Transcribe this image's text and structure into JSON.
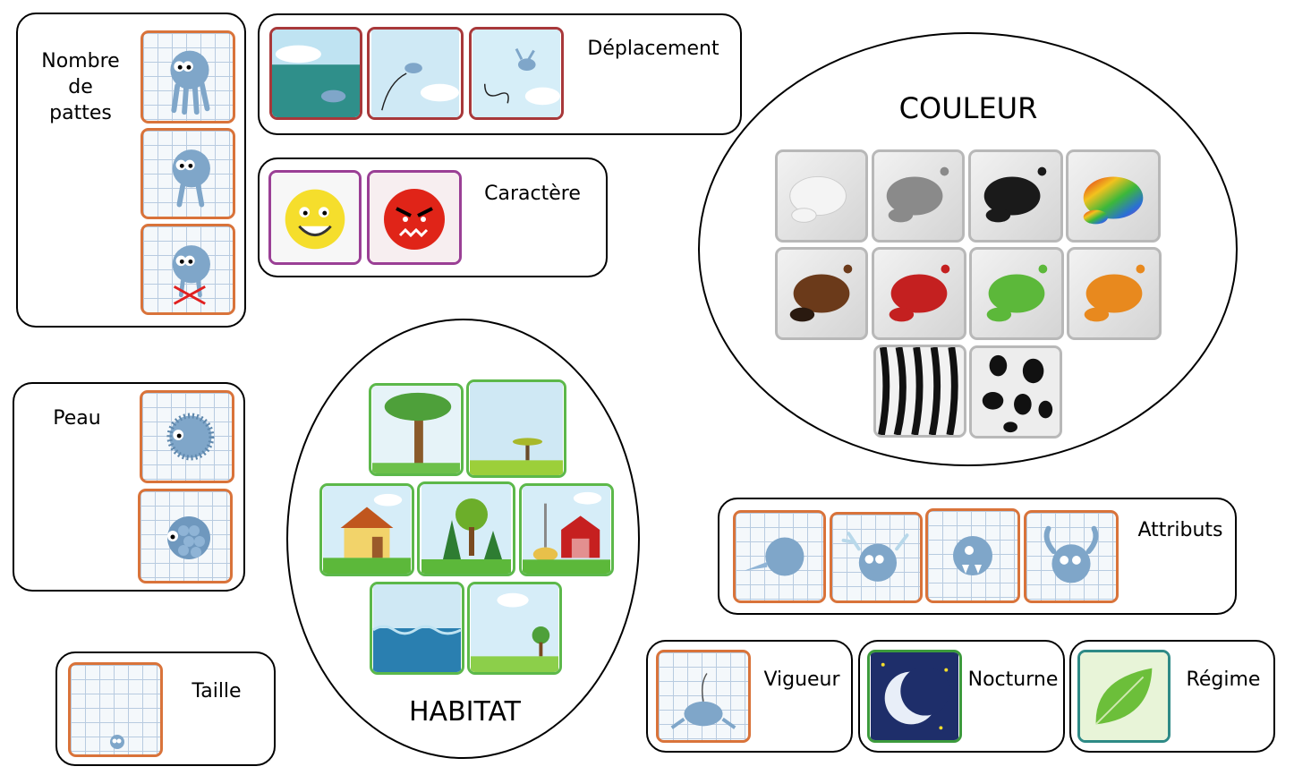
{
  "panels": {
    "pattes": {
      "label": "Nombre\nde\npattes"
    },
    "deplacement": {
      "label": "Déplacement"
    },
    "caractere": {
      "label": "Caractère"
    },
    "peau": {
      "label": "Peau"
    },
    "taille": {
      "label": "Taille"
    },
    "attributs": {
      "label": "Attributs"
    },
    "vigueur": {
      "label": "Vigueur"
    },
    "nocturne": {
      "label": "Nocturne"
    },
    "regime": {
      "label": "Régime"
    },
    "couleur": {
      "label": "COULEUR"
    },
    "habitat": {
      "label": "HABITAT"
    }
  },
  "colors": {
    "card_orange": "#d9733a",
    "card_red": "#a8383a",
    "card_purple": "#9a3f95",
    "card_green": "#5cb84a",
    "creature_blue": "#7fa6c9",
    "swatches": [
      "#f4f4f4",
      "#8a8a8a",
      "#1a1a1a",
      "rainbow",
      "#6b3a1a",
      "#c42020",
      "#5cb83a",
      "#e8891e",
      "zebra",
      "spots"
    ]
  },
  "icons": {
    "pattes": [
      "creature-four-legs-icon",
      "creature-two-legs-icon",
      "creature-no-legs-icon"
    ],
    "deplacement": [
      "swimming-creature-icon",
      "jumping-creature-icon",
      "flying-creature-icon"
    ],
    "caractere": [
      "happy-face-icon",
      "angry-face-icon"
    ],
    "peau": [
      "furry-creature-icon",
      "scaly-creature-icon"
    ],
    "taille": [
      "small-creature-icon"
    ],
    "attributs": [
      "beak-creature-icon",
      "antlers-creature-icon",
      "fangs-creature-icon",
      "horns-creature-icon"
    ],
    "vigueur": [
      "tired-creature-icon"
    ],
    "nocturne": [
      "moon-icon"
    ],
    "regime": [
      "leaf-icon"
    ],
    "habitat": [
      "jungle-icon",
      "savanna-icon",
      "house-icon",
      "forest-icon",
      "farm-icon",
      "ocean-icon",
      "meadow-icon"
    ]
  }
}
